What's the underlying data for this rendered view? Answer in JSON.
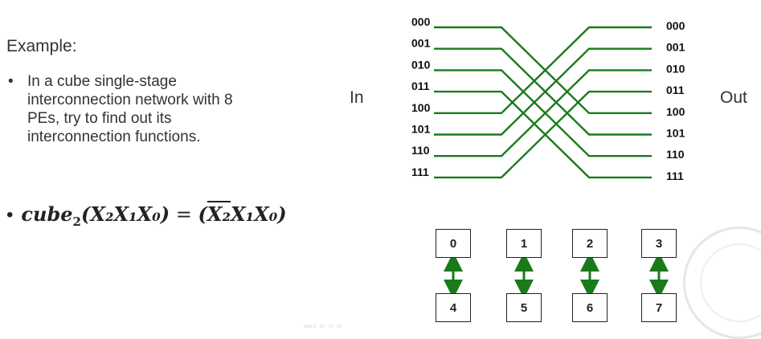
{
  "example_label": "Example:",
  "bullets": [
    {
      "marker": "•",
      "lines": [
        "In a cube single-stage",
        "interconnection network with 8",
        "PEs, try to find out its",
        "interconnection functions."
      ]
    }
  ],
  "formula": {
    "marker": "•",
    "func": "cube",
    "sub": "2",
    "lhs_args": "X₂X₁X₀",
    "equals": "=",
    "neg_term": "X₂",
    "rest": "X₁X₀"
  },
  "in_label": "In",
  "out_label": "Out",
  "network": {
    "inputs": [
      "000",
      "001",
      "010",
      "011",
      "100",
      "101",
      "110",
      "111"
    ],
    "outputs": [
      "000",
      "001",
      "010",
      "011",
      "100",
      "101",
      "110",
      "111"
    ],
    "connections": [
      [
        0,
        4
      ],
      [
        1,
        5
      ],
      [
        2,
        6
      ],
      [
        3,
        7
      ],
      [
        4,
        0
      ],
      [
        5,
        1
      ],
      [
        6,
        2
      ],
      [
        7,
        3
      ]
    ],
    "line_color": "#1a7a1a"
  },
  "pairs": [
    {
      "top": "0",
      "bottom": "4"
    },
    {
      "top": "1",
      "bottom": "5"
    },
    {
      "top": "2",
      "bottom": "6"
    },
    {
      "top": "3",
      "bottom": "7"
    }
  ],
  "arrow_color": "#1a7a1a",
  "footer": "Slide 5 · 2X · 1X · 3X"
}
